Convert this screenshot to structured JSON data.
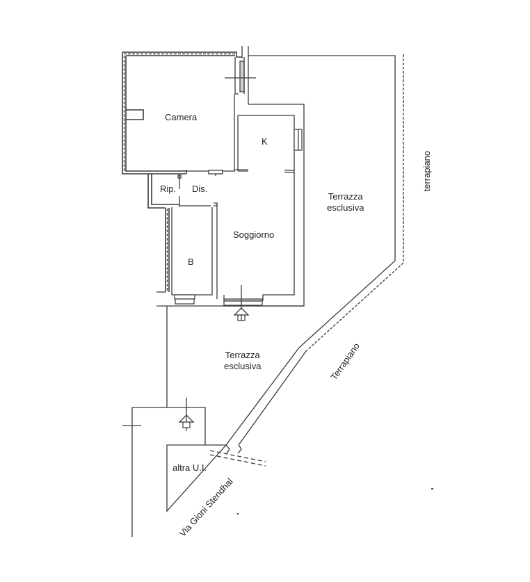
{
  "plan": {
    "rooms": {
      "camera": "Camera",
      "kitchen": "K",
      "storage": "Rip.",
      "hall": "Dis.",
      "living": "Soggiorno",
      "bath": "B"
    },
    "terraces": {
      "upper": {
        "line1": "Terrazza",
        "line2": "esclusiva"
      },
      "lower": {
        "line1": "Terrazza",
        "line2": "esclusiva"
      }
    },
    "embankment": {
      "vertical": "terrapiano",
      "diagonal": "Terrapiano"
    },
    "other_unit": "altra U.I.",
    "street": "Via Gioni Stendhal"
  },
  "colors": {
    "line": "#3a3a3a",
    "paper": "#ffffff",
    "text": "#222222"
  }
}
